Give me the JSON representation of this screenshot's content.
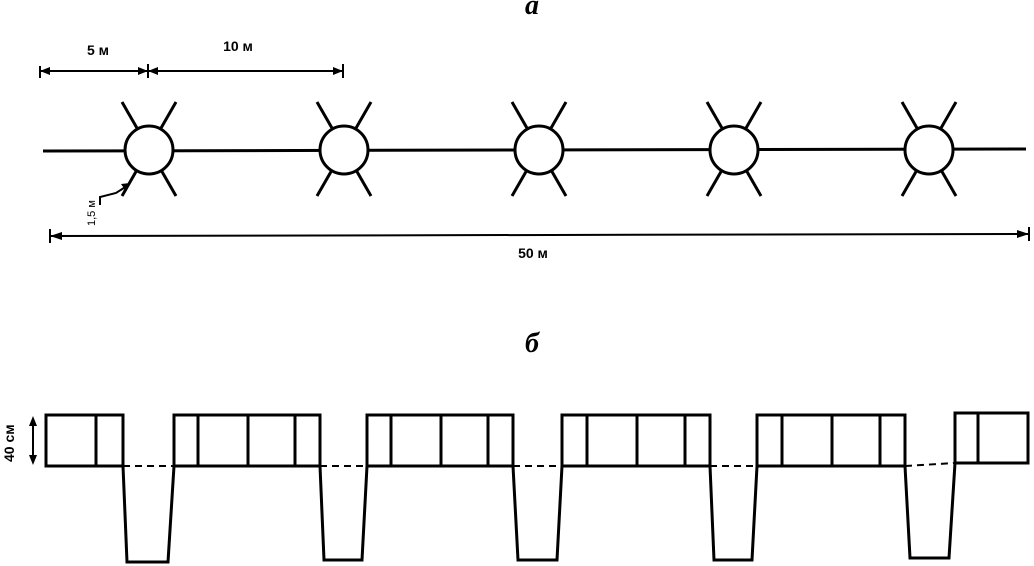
{
  "panel_a": {
    "label": "а",
    "dim_first": "5 м",
    "dim_spacing": "10 м",
    "dim_side": "1,5 м",
    "dim_total": "50 м",
    "pit_count": 5
  },
  "panel_b": {
    "label": "б",
    "dim_height": "40 см"
  }
}
